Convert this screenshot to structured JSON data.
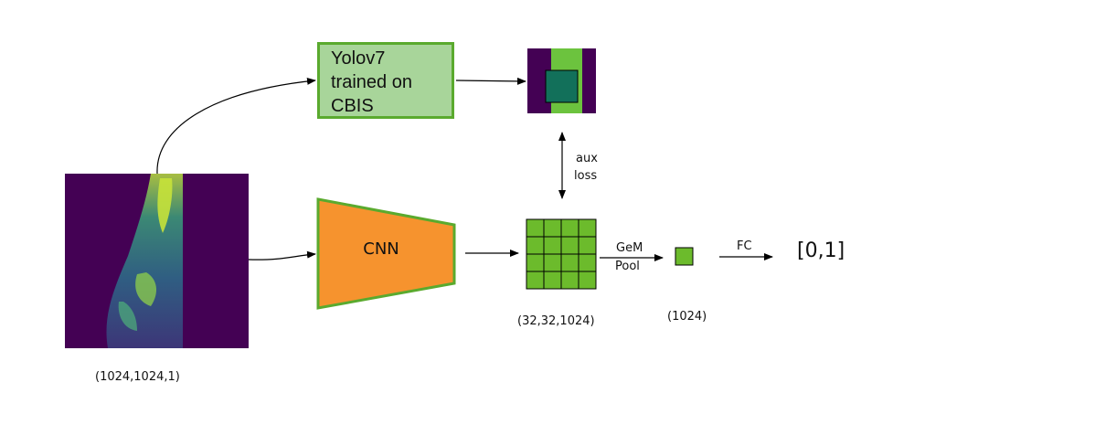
{
  "yolo": {
    "lines": [
      "Yolov7",
      "trained on",
      "CBIS"
    ]
  },
  "cnn": {
    "label": "CNN"
  },
  "aux_loss": {
    "line1": "aux",
    "line2": "loss"
  },
  "gem_pool": {
    "line1": "GeM",
    "line2": "Pool"
  },
  "fc": {
    "label": "FC"
  },
  "output": {
    "label": "[0,1]"
  },
  "shapes": {
    "input": "(1024,1024,1)",
    "feature_map": "(32,32,1024)",
    "pooled": "(1024)"
  },
  "colors": {
    "viridis_dark": "#440154",
    "viridis_teal": "#12705a",
    "viridis_green": "#6cc33e",
    "viridis_yellow": "#c6e23a",
    "cnn_orange": "#f6932e",
    "green_border": "#5aaa2e",
    "feature_green": "#6cbb2c",
    "yolo_fill": "#a8d59a"
  }
}
